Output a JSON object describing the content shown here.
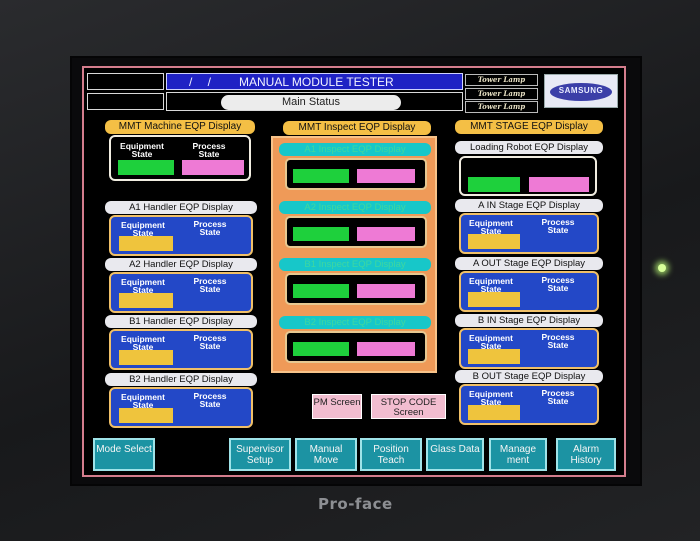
{
  "header": {
    "slashes": "/ /",
    "title": "MANUAL MODULE TESTER",
    "status_button": "Main Status",
    "tower_lamps": [
      "Tower Lamp",
      "Tower Lamp",
      "Tower Lamp"
    ],
    "logo_text": "SAMSUNG"
  },
  "machine_panel": {
    "title": "MMT Machine EQP Display",
    "equipment_label": "Equipment State",
    "process_label": "Process State"
  },
  "inspect_panel": {
    "title": "MMT Inspect EQP Display",
    "units": [
      "A1 Inspect EQP Display",
      "A2 Inspect EQP Display",
      "B1 Inspect EQP Display",
      "B2 Inspect EQP Display"
    ]
  },
  "stage_panel": {
    "title": "MMT STAGE EQP Display",
    "loading_robot": "Loading Robot EQP Display",
    "units": [
      "A IN Stage EQP Display",
      "A OUT Stage EQP Display",
      "B IN Stage EQP Display",
      "B OUT Stage EQP Display"
    ]
  },
  "handlers": [
    "A1 Handler EQP Display",
    "A2 Handler EQP Display",
    "B1 Handler EQP Display",
    "B2 Handler EQP Display"
  ],
  "state_labels": {
    "equipment": "Equipment State",
    "process": "Process State"
  },
  "center_buttons": {
    "pm": "PM Screen",
    "stop_code": "STOP CODE Screen"
  },
  "nav": {
    "mode_select": "Mode Select",
    "supervisor_setup": "Supervisor Setup",
    "manual_move": "Manual Move",
    "position_teach": "Position Teach",
    "glass_data": "Glass Data",
    "management": "Manage ment",
    "alarm_history": "Alarm History"
  },
  "device_brand": "Pro-face",
  "colors": {
    "equipment_ok": "#1ed03c",
    "process_ok": "#ee7ad5",
    "idle": "#efc43d",
    "title_bar": "#1f22c4",
    "nav": "#1c93a3"
  }
}
